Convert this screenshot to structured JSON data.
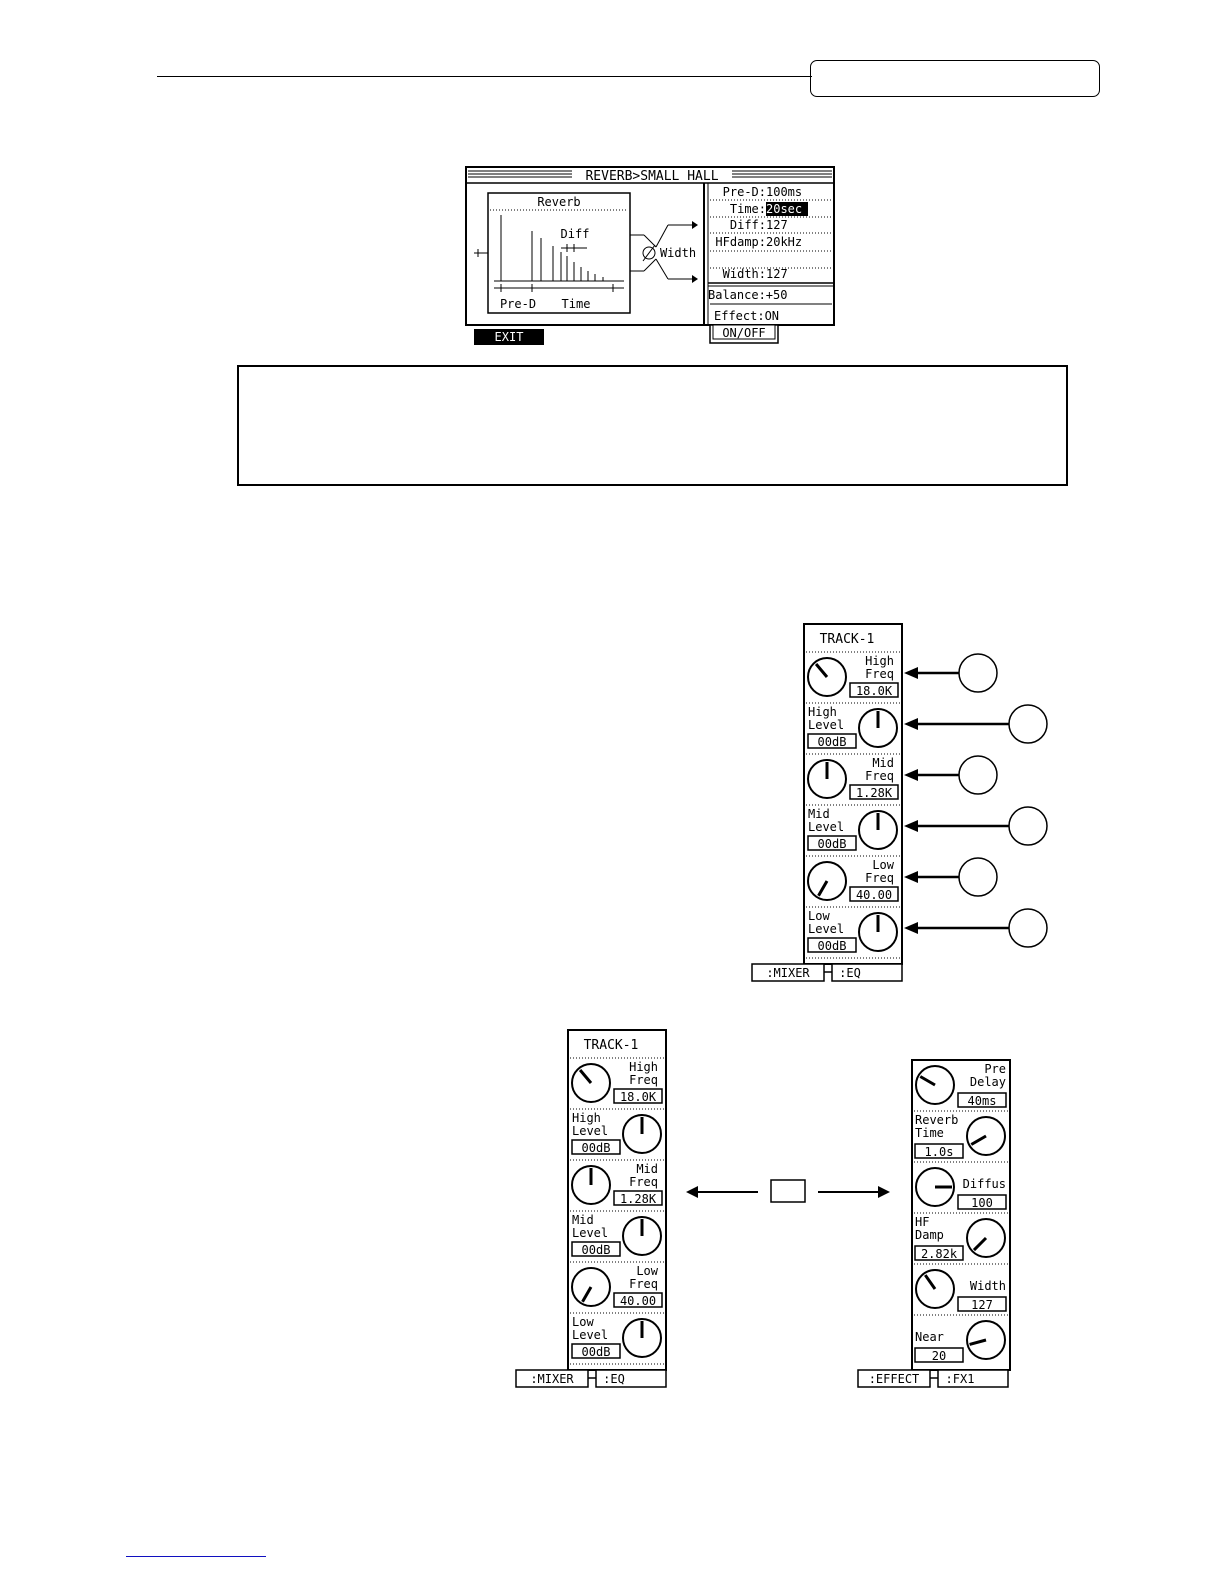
{
  "reverb_screen": {
    "title": "REVERB>SMALL HALL",
    "diagram_title": "Reverb",
    "diagram_diff": "Diff",
    "diagram_pred": "Pre-D",
    "diagram_time": "Time",
    "diagram_width": "Width",
    "params": [
      {
        "label": "Pre-D:",
        "value": "100ms"
      },
      {
        "label": "Time:",
        "value": "20sec"
      },
      {
        "label": "Diff:",
        "value": "127"
      },
      {
        "label": "HFdamp:",
        "value": "20kHz"
      },
      {
        "label": "Width:",
        "value": "127"
      }
    ],
    "balance": "Balance:+50",
    "effect": "Effect:ON",
    "exit_button": "EXIT",
    "onoff_button": "ON/OFF"
  },
  "eq_panel": {
    "title": "TRACK-1",
    "rows": [
      {
        "label1": "High",
        "label2": "Freq",
        "value": "18.0K",
        "knob_angle": -40
      },
      {
        "label1": "High",
        "label2": "Level",
        "value": "00dB",
        "knob_angle": 0
      },
      {
        "label1": "Mid",
        "label2": "Freq",
        "value": "1.28K",
        "knob_angle": 0
      },
      {
        "label1": "Mid",
        "label2": "Level",
        "value": "00dB",
        "knob_angle": 0
      },
      {
        "label1": "Low",
        "label2": "Freq",
        "value": "40.00",
        "knob_angle": -150
      },
      {
        "label1": "Low",
        "label2": "Level",
        "value": "00dB",
        "knob_angle": 0
      }
    ],
    "tab_left": ":MIXER",
    "tab_right": ":EQ"
  },
  "fx_panel": {
    "rows": [
      {
        "label1": "Pre",
        "label2": "Delay",
        "value": "40ms",
        "knob_angle": -60
      },
      {
        "label1": "Reverb",
        "label2": "Time",
        "value": "1.0s",
        "knob_angle": 240
      },
      {
        "label1": "",
        "label2": "Diffus",
        "value": "100",
        "knob_angle": 90
      },
      {
        "label1": "HF",
        "label2": "Damp",
        "value": "2.82k",
        "knob_angle": 225
      },
      {
        "label1": "",
        "label2": "Width",
        "value": "127",
        "knob_angle": -35
      },
      {
        "label1": "",
        "label2": "Near",
        "value": "20",
        "knob_angle": 255
      }
    ],
    "tab_left": ":EFFECT",
    "tab_right": ":FX1"
  }
}
